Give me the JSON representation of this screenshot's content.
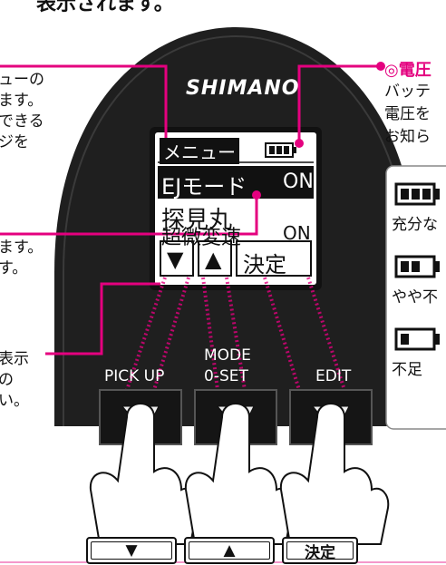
{
  "top_heading": "表示されます。",
  "brand": "SHIMANO",
  "left_callout_menu": [
    "ューの",
    "ます。",
    "できる",
    "ジを"
  ],
  "left_callout_mid": [
    "ます。",
    "す。"
  ],
  "left_callout_bottom": [
    "表示",
    "の",
    "い。"
  ],
  "voltage_callout": {
    "title": "◎電圧",
    "lines": [
      "バッテ",
      "電圧を",
      "お知ら"
    ]
  },
  "battery_levels": [
    "充分な",
    "やや不",
    "不足"
  ],
  "lcd": {
    "menu_title": "メニュー",
    "rows": [
      {
        "label": "EJモード",
        "value": "ON",
        "highlighted": true
      },
      {
        "label": "探見丸",
        "value": ""
      },
      {
        "label": "超微変速",
        "value": "ON"
      }
    ],
    "softkeys": [
      "▼",
      "▲",
      "決定"
    ]
  },
  "buttons": {
    "pickup": "PICK UP",
    "mode": "MODE",
    "oset": "0-SET",
    "edit": "EDIT"
  },
  "bottom_keys": [
    "▼",
    "▲",
    "決定"
  ],
  "colors": {
    "accent": "#e4007f",
    "device": "#1f1f1f",
    "lcd_bg": "#ffffff"
  }
}
